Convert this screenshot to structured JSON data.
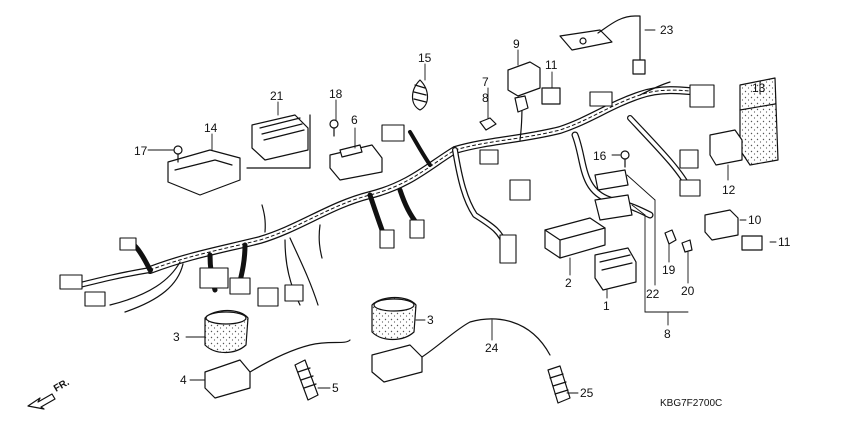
{
  "diagram": {
    "part_numbers": {
      "p1": "1",
      "p2": "2",
      "p3a": "3",
      "p3b": "3",
      "p4": "4",
      "p5": "5",
      "p6": "6",
      "p7": "7",
      "p8a": "8",
      "p8b": "8",
      "p9": "9",
      "p10": "10",
      "p11a": "11",
      "p11b": "11",
      "p12": "12",
      "p13": "13",
      "p14": "14",
      "p15": "15",
      "p16": "16",
      "p17": "17",
      "p18": "18",
      "p19": "19",
      "p20": "20",
      "p21": "21",
      "p22": "22",
      "p23": "23",
      "p24": "24",
      "p25": "25"
    },
    "direction_label": "FR.",
    "diagram_code": "KBG7F2700C"
  }
}
